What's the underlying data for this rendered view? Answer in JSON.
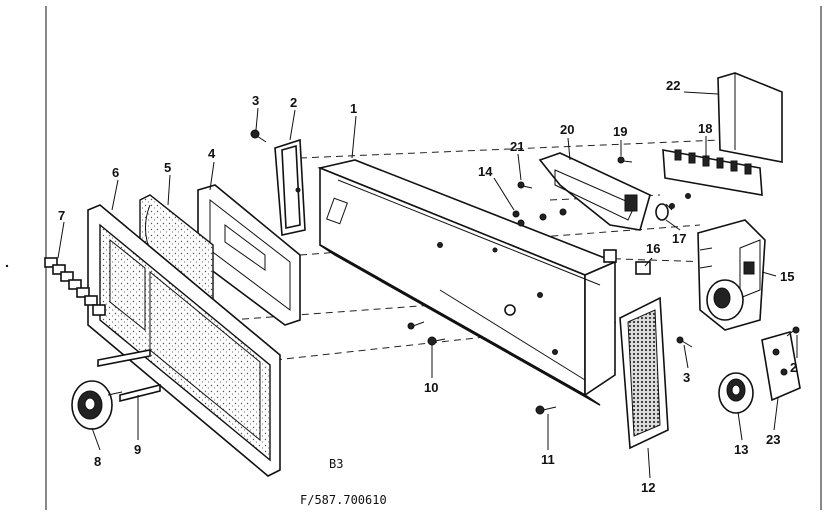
{
  "diagram": {
    "callouts": [
      {
        "id": "c1",
        "text": "1"
      },
      {
        "id": "c2a",
        "text": "2"
      },
      {
        "id": "c2b",
        "text": "2"
      },
      {
        "id": "c3a",
        "text": "3"
      },
      {
        "id": "c3b",
        "text": "3"
      },
      {
        "id": "c4",
        "text": "4"
      },
      {
        "id": "c5",
        "text": "5"
      },
      {
        "id": "c6",
        "text": "6"
      },
      {
        "id": "c7",
        "text": "7"
      },
      {
        "id": "c8",
        "text": "8"
      },
      {
        "id": "c9",
        "text": "9"
      },
      {
        "id": "c10",
        "text": "10"
      },
      {
        "id": "c11",
        "text": "11"
      },
      {
        "id": "c12",
        "text": "12"
      },
      {
        "id": "c13",
        "text": "13"
      },
      {
        "id": "c14",
        "text": "14"
      },
      {
        "id": "c15",
        "text": "15"
      },
      {
        "id": "c16",
        "text": "16"
      },
      {
        "id": "c17",
        "text": "17"
      },
      {
        "id": "c18",
        "text": "18"
      },
      {
        "id": "c19",
        "text": "19"
      },
      {
        "id": "c20",
        "text": "20"
      },
      {
        "id": "c21",
        "text": "21"
      },
      {
        "id": "c22",
        "text": "22"
      },
      {
        "id": "c23",
        "text": "23"
      }
    ],
    "section_code": "B3",
    "figure_code": "F/587.700610"
  }
}
